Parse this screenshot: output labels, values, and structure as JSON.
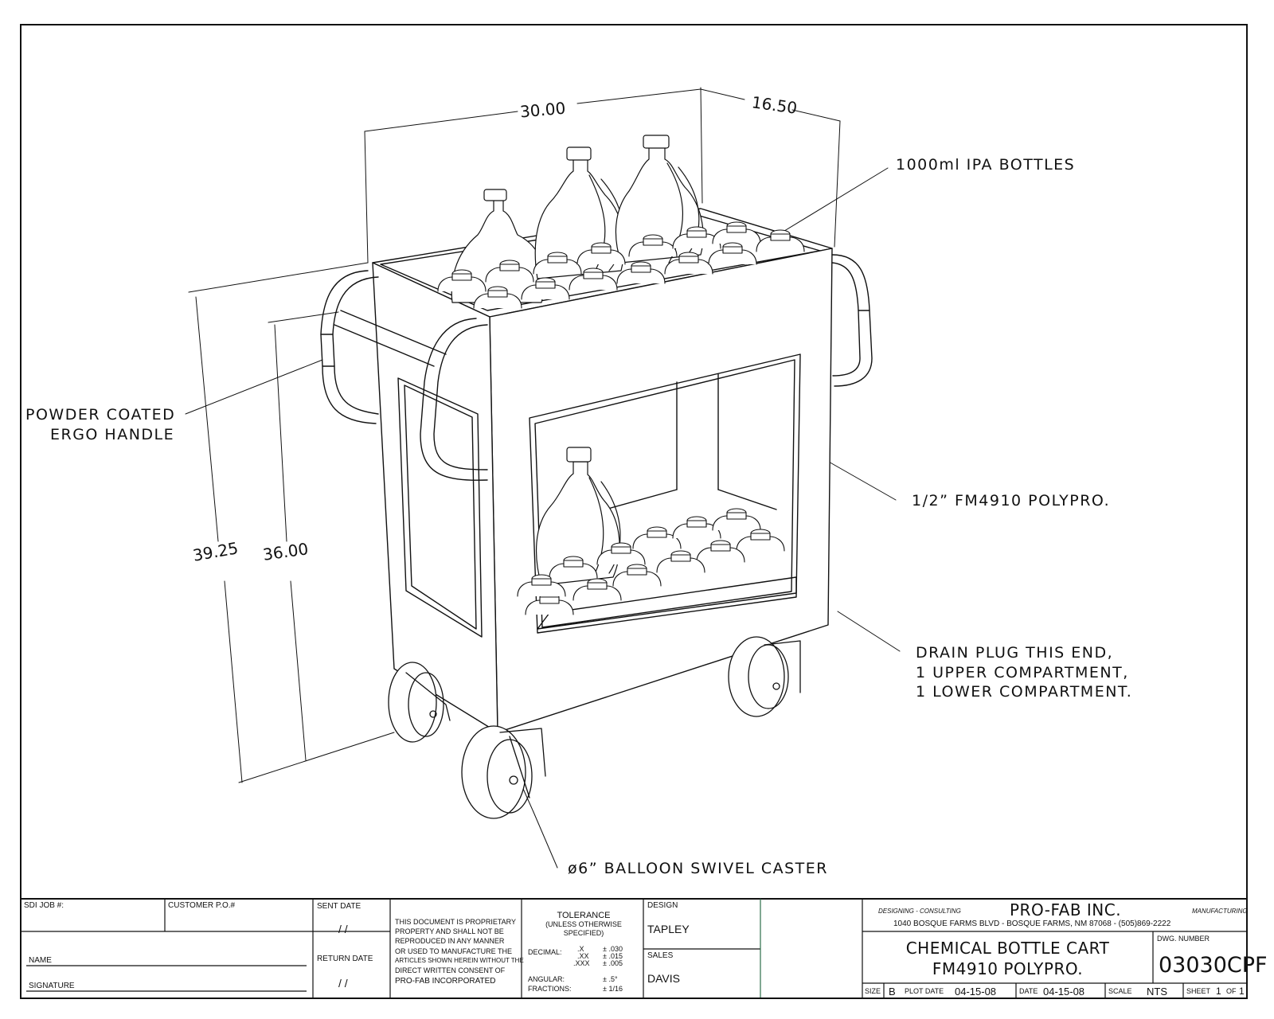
{
  "callouts": {
    "bottles": "1000ml IPA BOTTLES",
    "handle_line1": "POWDER COATED",
    "handle_line2": "ERGO HANDLE",
    "material": "1/2” FM4910 POLYPRO.",
    "drain_line1": "DRAIN PLUG THIS END,",
    "drain_line2": "1 UPPER COMPARTMENT,",
    "drain_line3": "1 LOWER COMPARTMENT.",
    "caster": "ø6” BALLOON SWIVEL CASTER"
  },
  "dimensions": {
    "width": "30.00",
    "depth": "16.50",
    "overall_height": "39.25",
    "body_height": "36.00"
  },
  "title_block": {
    "sdi_job_label": "SDI JOB #:",
    "customer_po_label": "CUSTOMER P.O.#",
    "name_label": "NAME",
    "signature_label": "SIGNATURE",
    "sent_date_label": "SENT DATE",
    "sent_date_value": "/ /",
    "return_date_label": "RETURN DATE",
    "return_date_value": "/ /",
    "proprietary_1": "THIS DOCUMENT IS PROPRIETARY",
    "proprietary_2": "PROPERTY AND SHALL NOT BE",
    "proprietary_3": "REPRODUCED IN ANY MANNER",
    "proprietary_4": "OR USED TO MANUFACTURE THE",
    "proprietary_5": "ARTICLES SHOWN HEREIN WITHOUT THE",
    "proprietary_6": "DIRECT WRITTEN CONSENT OF",
    "proprietary_7": "PRO-FAB INCORPORATED",
    "tolerance_title": "TOLERANCE",
    "tolerance_sub1": "(UNLESS OTHERWISE",
    "tolerance_sub2": "SPECIFIED)",
    "decimal_label": "DECIMAL:",
    "dec_x": ".X",
    "dec_xx": ".XX",
    "dec_xxx": ".XXX",
    "dec_x_val": "± .030",
    "dec_xx_val": "± .015",
    "dec_xxx_val": "± .005",
    "angular_label": "ANGULAR:",
    "angular_val": "± .5°",
    "fractions_label": "FRACTIONS:",
    "fractions_val": "± 1/16",
    "design_label": "DESIGN",
    "design_value": "TAPLEY",
    "sales_label": "SALES",
    "sales_value": "DAVIS",
    "designing_consulting": "DESIGNING - CONSULTING",
    "company": "PRO-FAB INC.",
    "manufacturing": "MANUFACTURING",
    "address": "1040 BOSQUE FARMS BLVD - BOSQUE FARMS, NM 87068 - (505)869-2222",
    "title_line1": "CHEMICAL BOTTLE CART",
    "title_line2": "FM4910 POLYPRO.",
    "dwg_number_label": "DWG. NUMBER",
    "dwg_number": "03030CPF",
    "size_label": "SIZE",
    "size_value": "B",
    "plot_date_label": "PLOT DATE",
    "plot_date_value": "04-15-08",
    "date_label": "DATE",
    "date_value": "04-15-08",
    "scale_label": "SCALE",
    "scale_value": "NTS",
    "sheet_label": "SHEET",
    "sheet_value": "1",
    "of_label": "OF",
    "of_value": "1"
  }
}
